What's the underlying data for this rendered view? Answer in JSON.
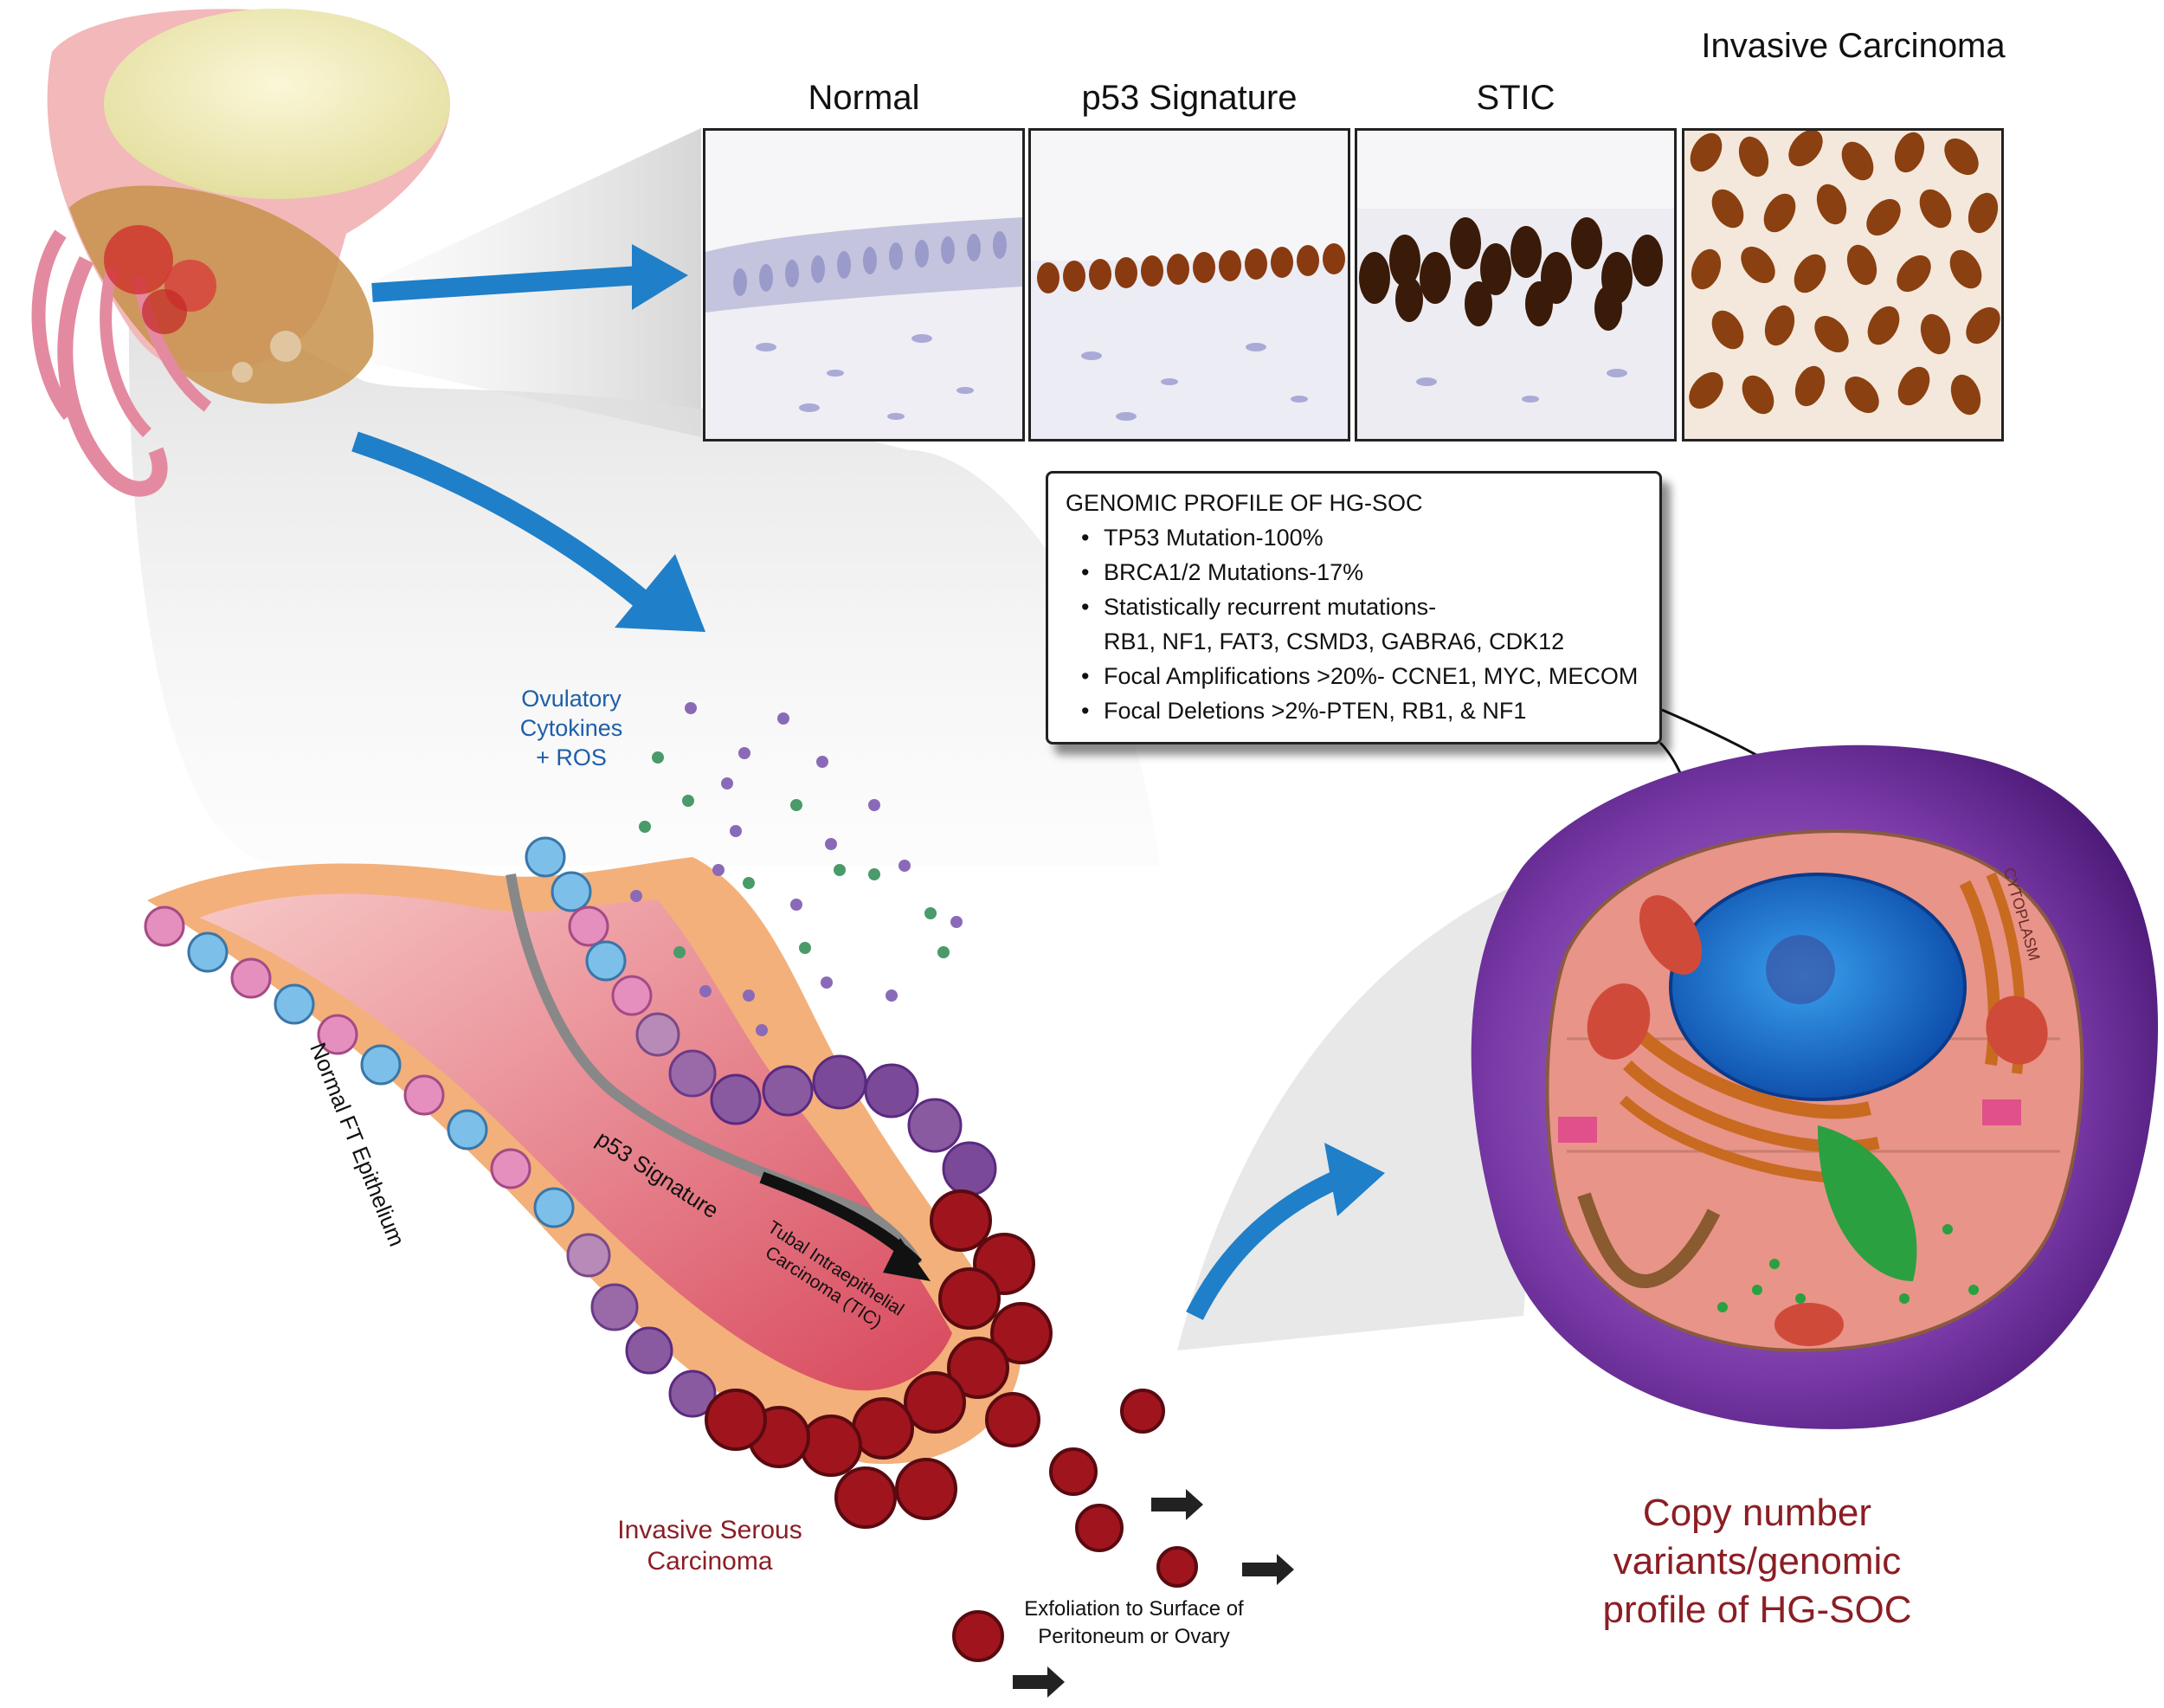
{
  "panels": [
    {
      "label": "Normal"
    },
    {
      "label": "p53 Signature"
    },
    {
      "label": "STIC"
    },
    {
      "label": "Invasive Carcinoma"
    }
  ],
  "genomic_profile": {
    "title": "GENOMIC PROFILE OF HG-SOC",
    "items": [
      {
        "text": "TP53 Mutation-100%"
      },
      {
        "text": "BRCA1/2 Mutations-17%"
      },
      {
        "text": "Statistically recurrent mutations-",
        "continuation": "RB1, NF1, FAT3, CSMD3, GABRA6, CDK12"
      },
      {
        "text": "Focal Amplifications >20%- CCNE1, MYC, MECOM"
      },
      {
        "text": "Focal Deletions >2%-PTEN, RB1, & NF1"
      }
    ]
  },
  "labels": {
    "ovulatory": [
      "Ovulatory",
      "Cytokines",
      "+ ROS"
    ],
    "normal_ft": "Normal FT Epithelium",
    "p53": "p53 Signature",
    "tic": [
      "Tubal Intraepithelial",
      "Carcinoma (TIC)"
    ],
    "invasive": [
      "Invasive Serous",
      "Carcinoma"
    ],
    "exfoliation": [
      "Exfoliation to Surface of",
      "Peritoneum or Ovary"
    ],
    "cytoplasm": "CYTOPLASM",
    "copy_number": [
      "Copy number",
      "variants/genomic",
      "profile of HG-SOC"
    ]
  },
  "colors": {
    "arrow_blue": "#1f7fc9",
    "label_blue": "#1d5fa8",
    "label_dark_red": "#8b1e24",
    "ihc_brown": "#7a3a12",
    "cell_purple": "#6a2a8c",
    "tumor_red": "#a0151d"
  }
}
